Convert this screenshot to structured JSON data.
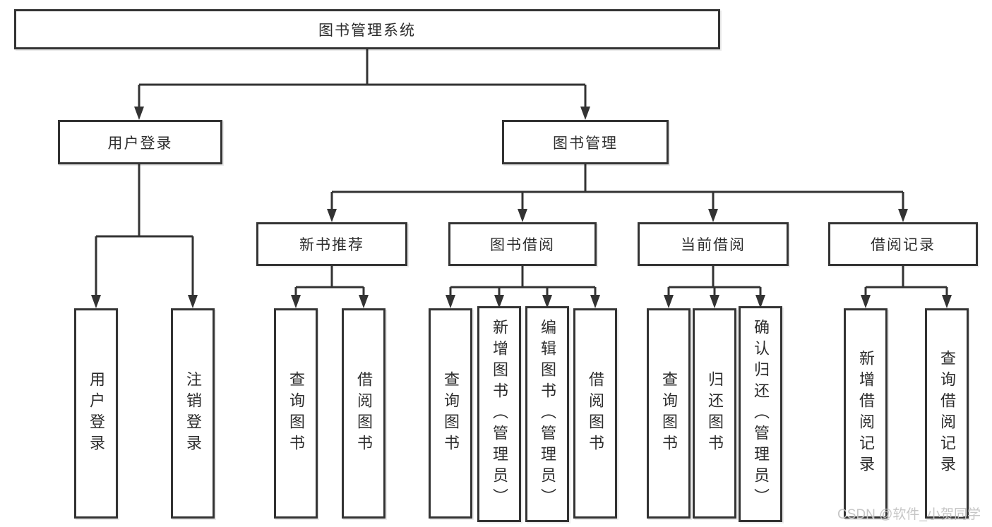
{
  "colors": {
    "line": "#333333",
    "box_background": "#ffffff",
    "text": "#2d2d2d",
    "watermark": "#c3c3c3"
  },
  "tree": {
    "root": {
      "label": "图书管理系统"
    },
    "branches": [
      {
        "label": "用户登录",
        "leaves": [
          {
            "label": "用户登录"
          },
          {
            "label": "注销登录"
          }
        ]
      },
      {
        "label": "图书管理",
        "children": [
          {
            "label": "新书推荐",
            "leaves": [
              {
                "label": "查询图书"
              },
              {
                "label": "借阅图书"
              }
            ]
          },
          {
            "label": "图书借阅",
            "leaves": [
              {
                "label": "查询图书"
              },
              {
                "label": "新增图书（管理员）"
              },
              {
                "label": "编辑图书（管理员）"
              },
              {
                "label": "借阅图书"
              }
            ]
          },
          {
            "label": "当前借阅",
            "leaves": [
              {
                "label": "查询图书"
              },
              {
                "label": "归还图书"
              },
              {
                "label": "确认归还（管理员）"
              }
            ]
          },
          {
            "label": "借阅记录",
            "leaves": [
              {
                "label": "新增借阅记录"
              },
              {
                "label": "查询借阅记录"
              }
            ]
          }
        ]
      }
    ]
  },
  "watermark": {
    "text": "CSDN @软件_小贺同学"
  }
}
